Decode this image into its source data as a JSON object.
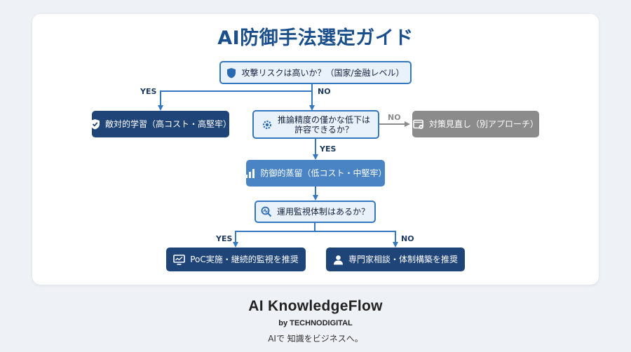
{
  "title": "AI防御手法選定ガイド",
  "nodes": {
    "q1": "攻撃リスクは高いか？（国家/金融レベル）",
    "adversarial": "敵対的学習（高コスト・高堅牢）",
    "q2_line1": "推論精度の僅かな低下は",
    "q2_line2": "許容できるか？",
    "review": "対策見直し（別アプローチ）",
    "distillation": "防御的蒸留（低コスト・中堅牢）",
    "q3": "運用監視体制はあるか？",
    "poc": "PoC実施・継続的監視を推奨",
    "expert": "専門家相談・体制構築を推奨"
  },
  "edges": {
    "yes": "YES",
    "no": "NO"
  },
  "colors": {
    "question_border": "#3478c1",
    "question_fill": "#e9f2fb",
    "dark": "#1f4478",
    "mid": "#4a84c4",
    "grey": "#8b8b8b",
    "title": "#1a4f8b"
  },
  "brand": {
    "name": "AI KnowledgeFlow",
    "by": "by TECHNODIGITAL",
    "tagline": "AIで 知識をビジネスへ。"
  }
}
